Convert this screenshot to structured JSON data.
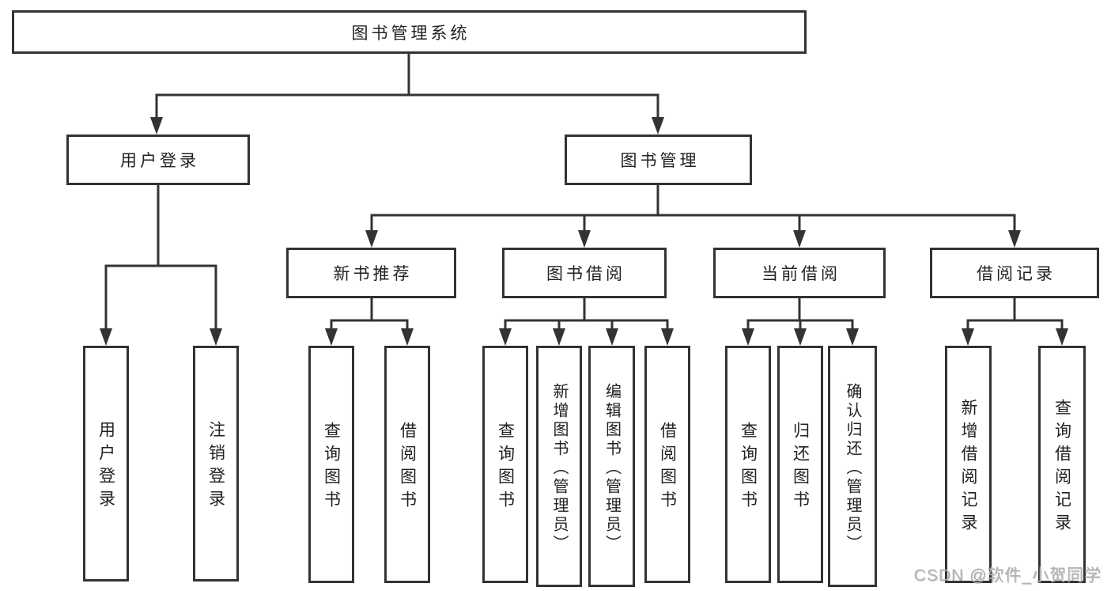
{
  "diagram": {
    "root": "图书管理系统",
    "level1": [
      {
        "label": "用户登录",
        "leaves": [
          "用户登录",
          "注销登录"
        ]
      },
      {
        "label": "图书管理",
        "children": [
          {
            "label": "新书推荐",
            "leaves": [
              "查询图书",
              "借阅图书"
            ]
          },
          {
            "label": "图书借阅",
            "leaves": [
              "查询图书",
              "新增图书（管理员）",
              "编辑图书（管理员）",
              "借阅图书"
            ]
          },
          {
            "label": "当前借阅",
            "leaves": [
              "查询图书",
              "归还图书",
              "确认归还（管理员）"
            ]
          },
          {
            "label": "借阅记录",
            "leaves": [
              "新增借阅记录",
              "查询借阅记录"
            ]
          }
        ]
      }
    ]
  },
  "watermark": "CSDN @软件_小贺同学",
  "colors": {
    "line": "#333333",
    "text": "#222222",
    "watermark": "#b3b3b3",
    "background": "#ffffff"
  }
}
